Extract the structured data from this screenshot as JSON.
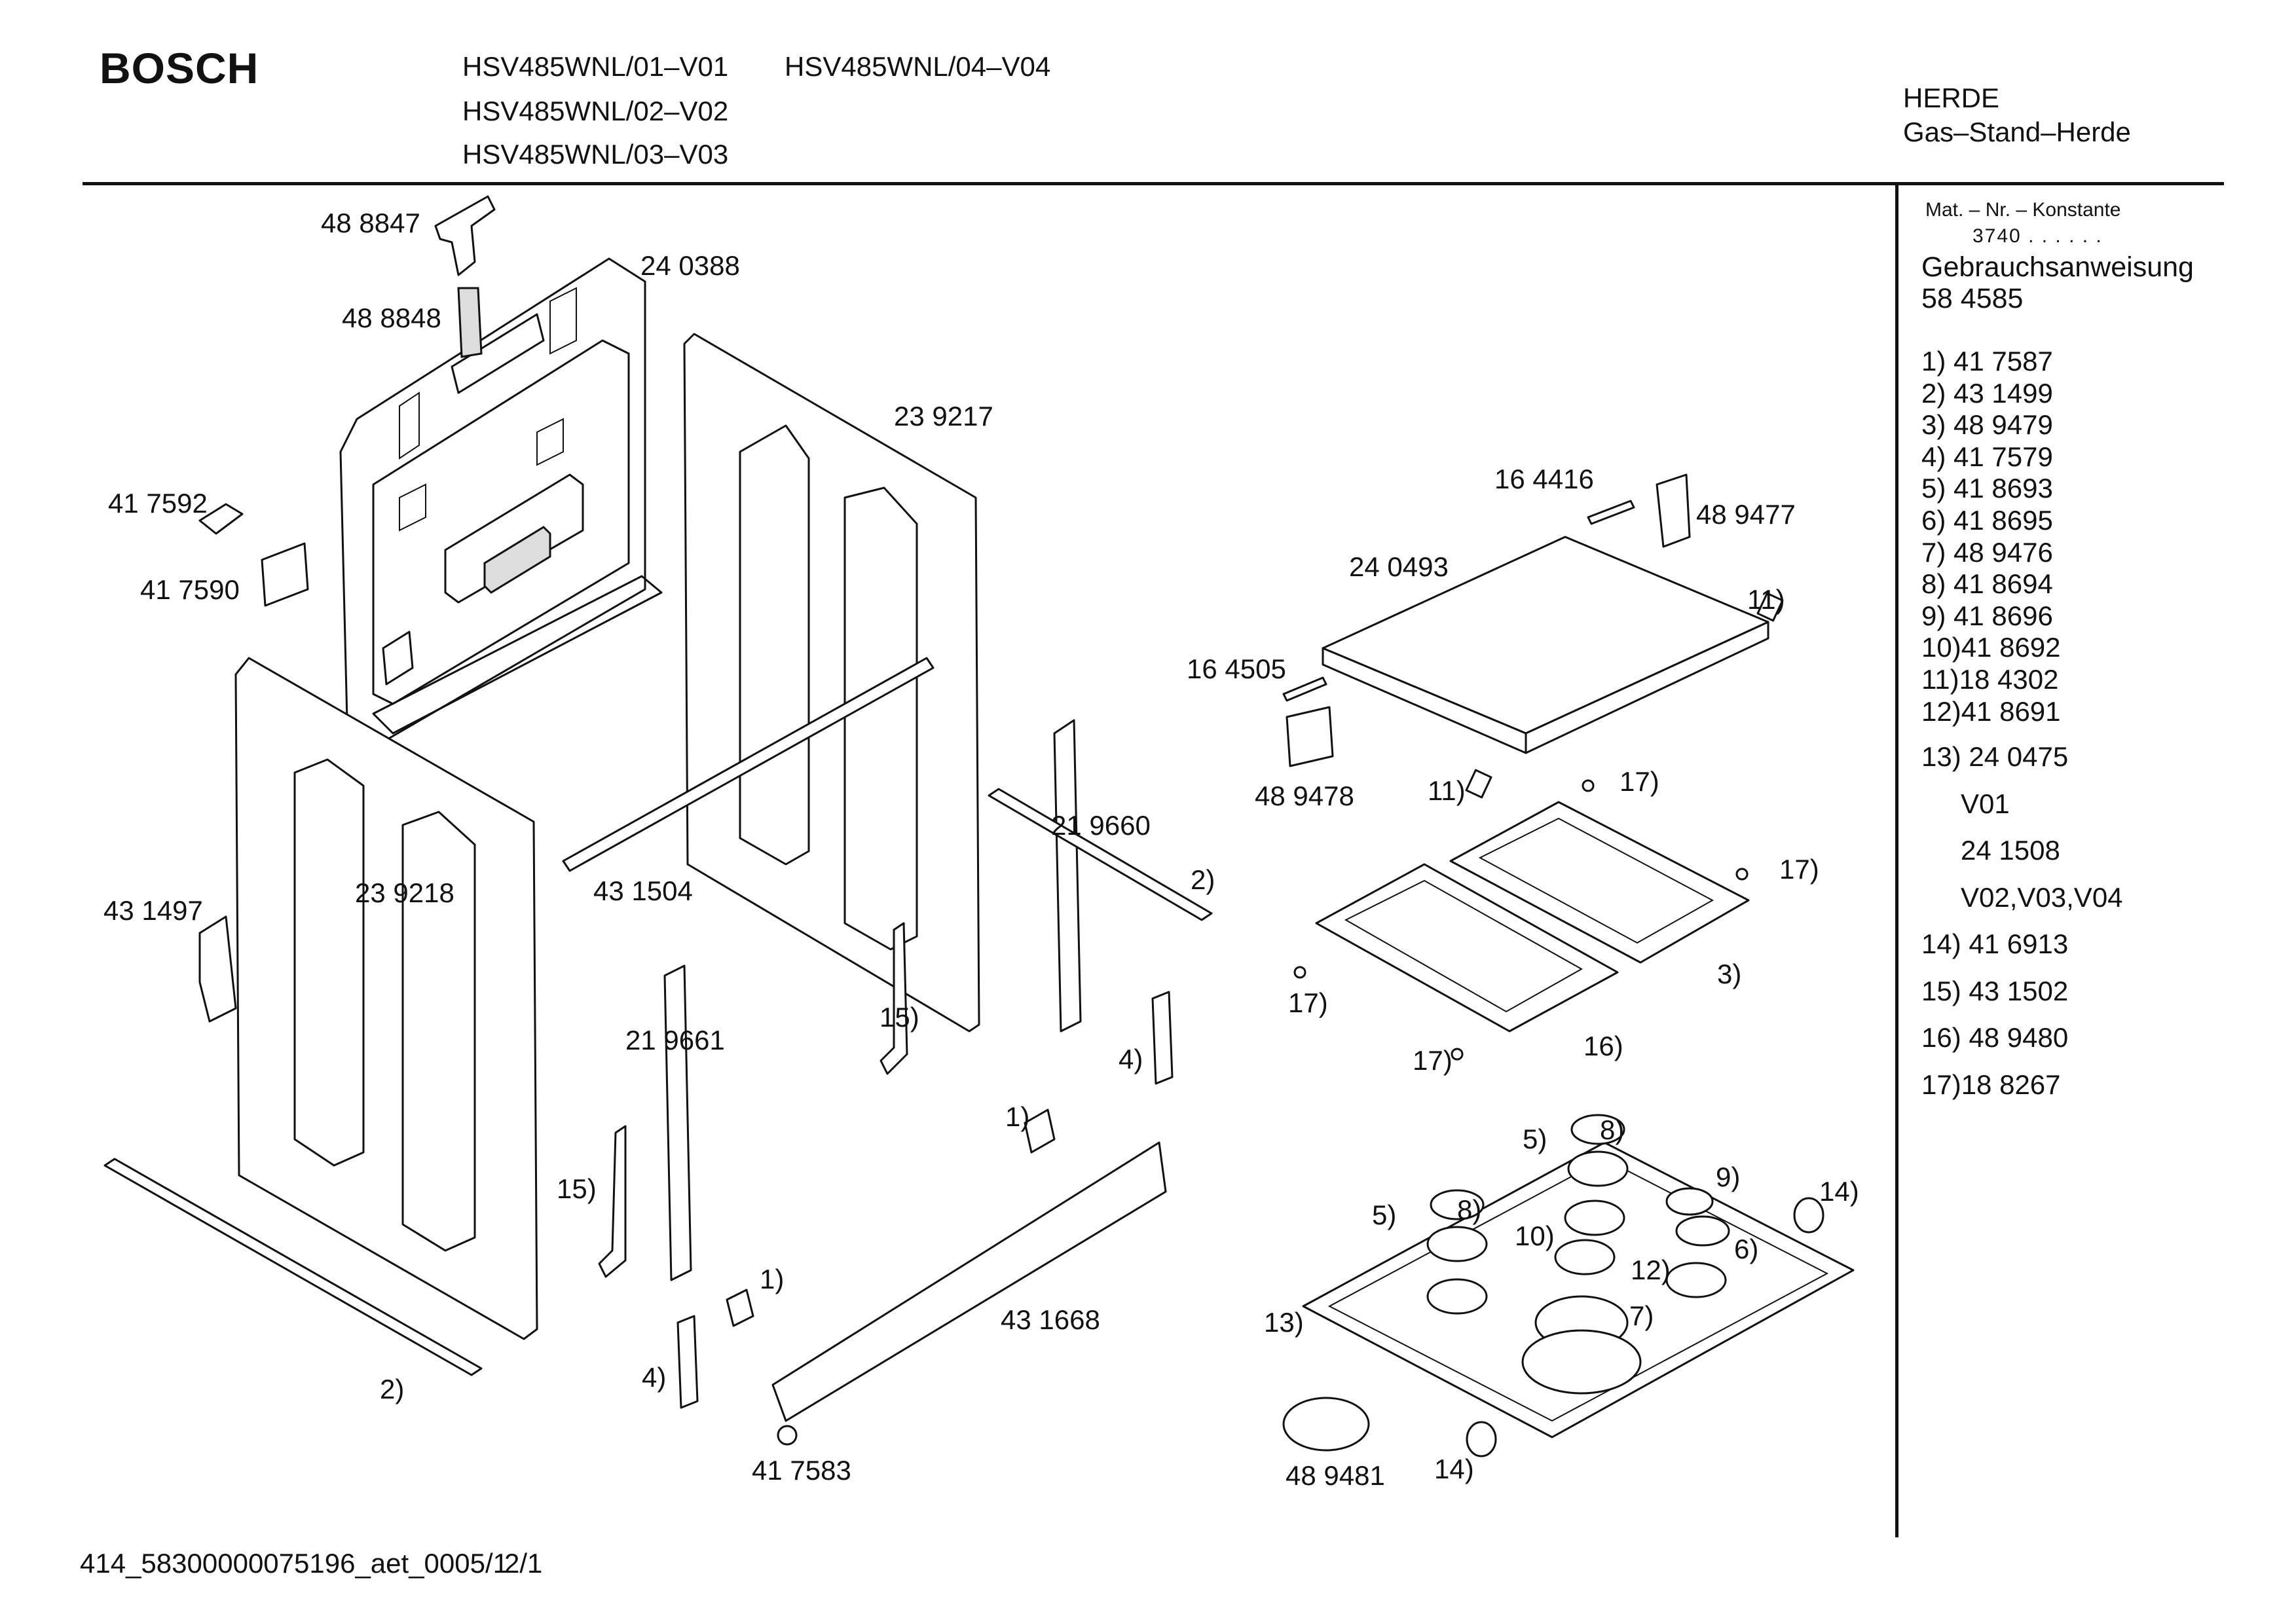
{
  "header": {
    "brand": "BOSCH",
    "models": [
      "HSV485WNL/01–V01",
      "HSV485WNL/04–V04",
      "HSV485WNL/02–V02",
      "HSV485WNL/03–V03"
    ],
    "category": "HERDE",
    "subcategory": "Gas–Stand–Herde"
  },
  "sidebar": {
    "mat_label": "Mat. – Nr. – Konstante",
    "mat_value": "3740 . . . . . .",
    "manual_label": "Gebrauchsanweisung",
    "manual_number": "58 4585",
    "parts_list_a": [
      "1) 41 7587",
      "2) 43 1499",
      "3) 48 9479",
      "4) 41 7579",
      "5) 41 8693",
      "6) 41 8695",
      "7) 48 9476",
      "8) 41 8694",
      "9) 41 8696",
      "10)41 8692",
      "11)18 4302",
      "12)41 8691"
    ],
    "parts_list_b": [
      "13) 24 0475",
      "V01",
      "24 1508",
      "V02,V03,V04",
      "14) 41 6913",
      "15) 43 1502",
      "16) 48 9480",
      "17)18 8267"
    ]
  },
  "diagram_labels": {
    "p488847": "48 8847",
    "p240388": "24 0388",
    "p488848": "48 8848",
    "p239217": "23 9217",
    "p417592": "41 7592",
    "p417590": "41 7590",
    "p431497": "43 1497",
    "p239218": "23 9218",
    "p431504": "43 1504",
    "p219660": "21 9660",
    "p219661": "21 9661",
    "p431668": "43 1668",
    "p417583": "41 7583",
    "p164416": "16 4416",
    "p489477": "48 9477",
    "p240493": "24 0493",
    "p164505": "16 4505",
    "p489478": "48 9478",
    "p489481": "48 9481",
    "c1a": "1)",
    "c1b": "1)",
    "c2a": "2)",
    "c2b": "2)",
    "c3": "3)",
    "c4a": "4)",
    "c4b": "4)",
    "c5a": "5)",
    "c5b": "5)",
    "c6": "6)",
    "c7": "7)",
    "c8a": "8)",
    "c8b": "8)",
    "c9": "9)",
    "c10": "10)",
    "c11a": "11)",
    "c11b": "11)",
    "c12": "12)",
    "c13": "13)",
    "c14a": "14)",
    "c14b": "14)",
    "c15a": "15)",
    "c15b": "15)",
    "c16": "16)",
    "c17a": "17)",
    "c17b": "17)",
    "c17c": "17)",
    "c17d": "17)"
  },
  "footer": {
    "doc_id": "414_58300000075196_aet_0005/1",
    "page": "2/1"
  }
}
